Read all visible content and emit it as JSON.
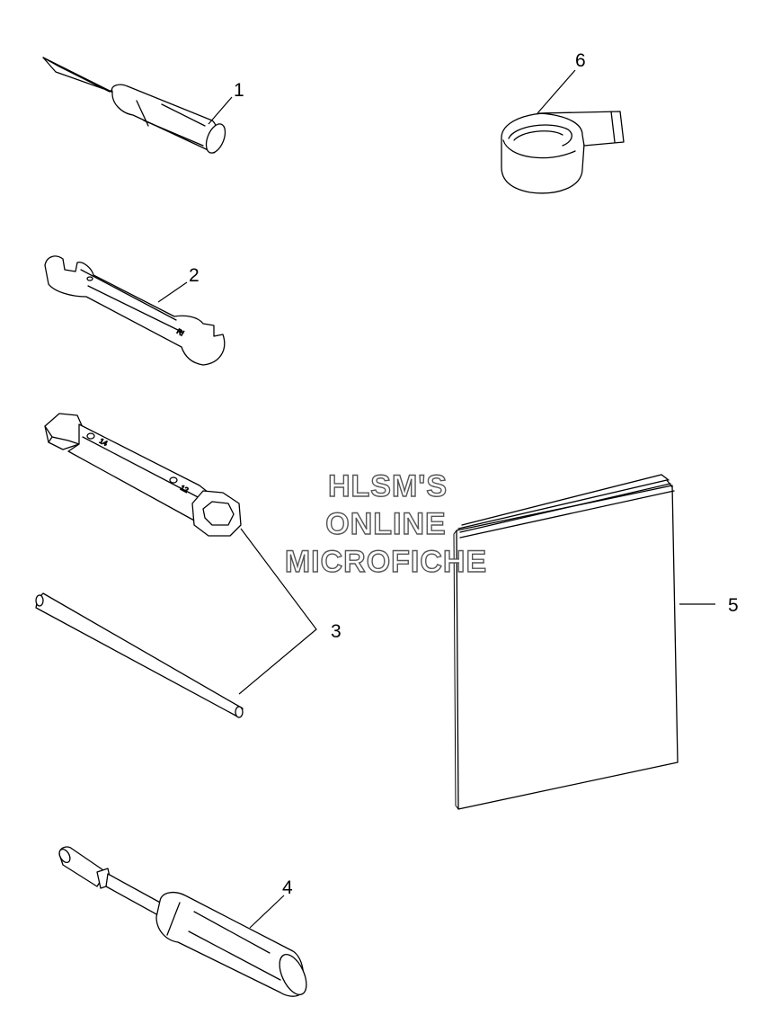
{
  "watermark": {
    "line1": "HLSM'S",
    "line2": "ONLINE",
    "line3": "MICROFICHE"
  },
  "callouts": {
    "p1": "1",
    "p2": "2",
    "p3": "3",
    "p4": "4",
    "p5": "5",
    "p6": "6"
  },
  "colors": {
    "ink": "#000000",
    "watermark_outline": "#555555",
    "paper": "#ffffff"
  }
}
